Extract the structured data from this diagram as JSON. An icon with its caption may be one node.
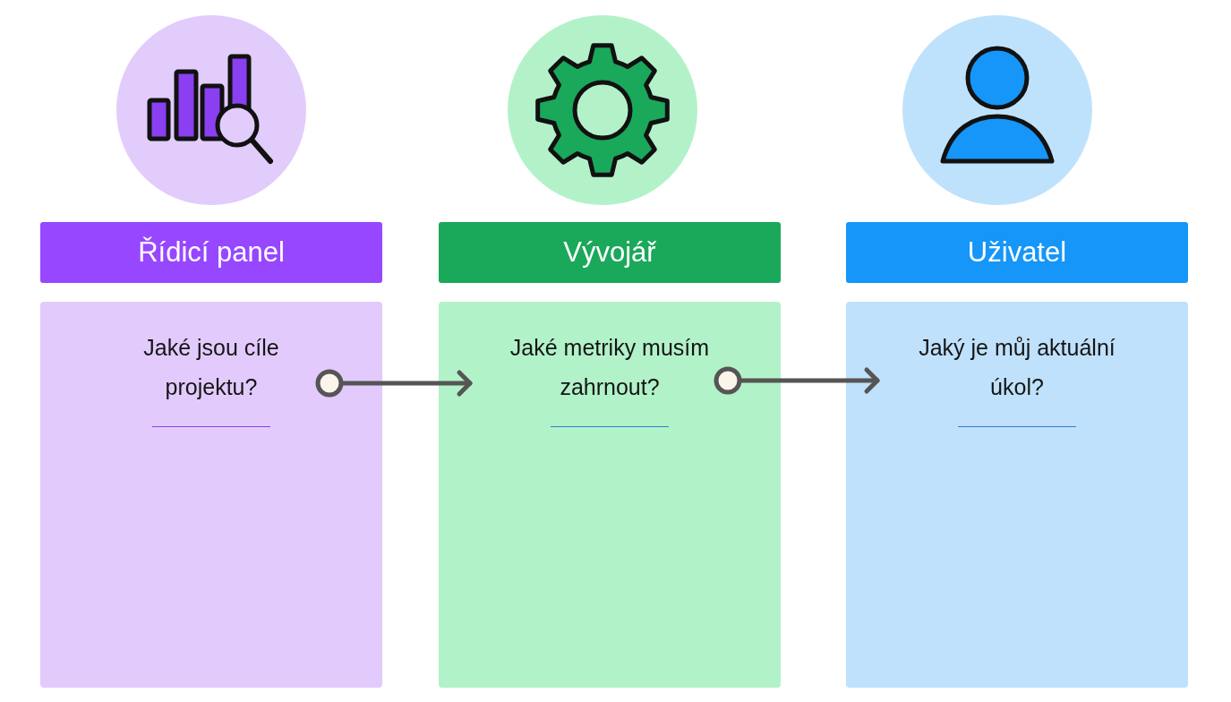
{
  "diagram": {
    "nodes": [
      {
        "text": [],
        "shape": "circle"
      },
      {
        "text": [],
        "shape": "circle"
      },
      {
        "text": [],
        "shape": "circle"
      },
      {
        "text": [
          "Řídicí panel"
        ]
      },
      {
        "text": [
          "Vývojář"
        ]
      },
      {
        "text": [
          "Uživatel"
        ]
      },
      {
        "text": [
          "Jaké jsou cíle projektu?"
        ]
      },
      {
        "text": [
          "Jaké metriky musím zahrnout?"
        ]
      },
      {
        "text": [
          "Jaký je můj aktuální úkol?"
        ]
      }
    ],
    "edges": [
      {
        "from": 6,
        "to": 7,
        "arrow": "to"
      },
      {
        "from": 7,
        "to": 8,
        "arrow": "to"
      }
    ]
  }
}
